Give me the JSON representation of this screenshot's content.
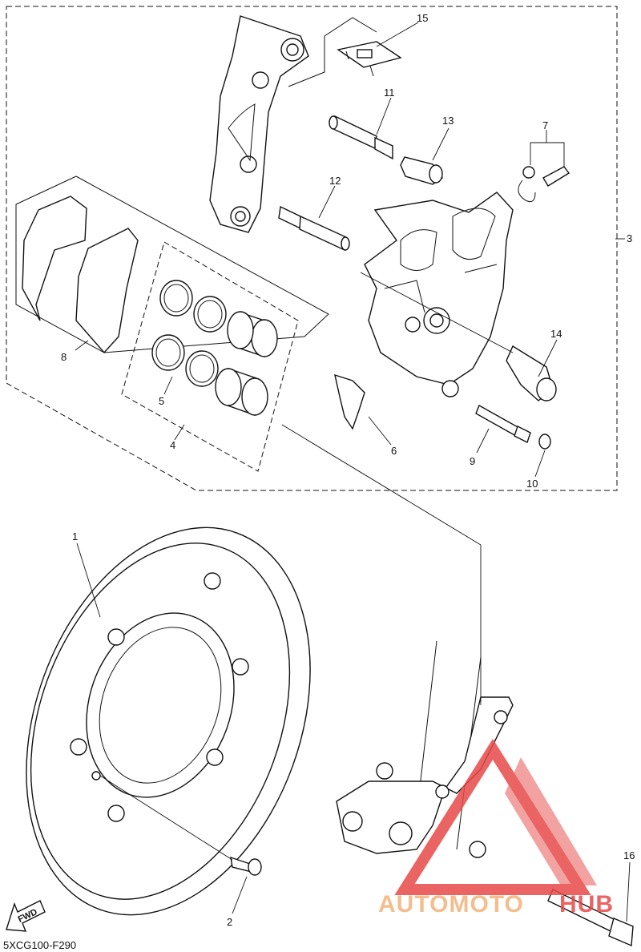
{
  "diagram": {
    "code": "5XCG100-F290",
    "fwd_label": "FWD",
    "watermark": {
      "text_left": "AUTOMOTO",
      "text_right": "HUB",
      "color_orange": "#f2b27a",
      "color_red": "#e84a4a"
    },
    "callouts": [
      "1",
      "2",
      "3",
      "4",
      "5",
      "6",
      "7",
      "8",
      "9",
      "10",
      "11",
      "12",
      "13",
      "14",
      "15",
      "16"
    ]
  }
}
